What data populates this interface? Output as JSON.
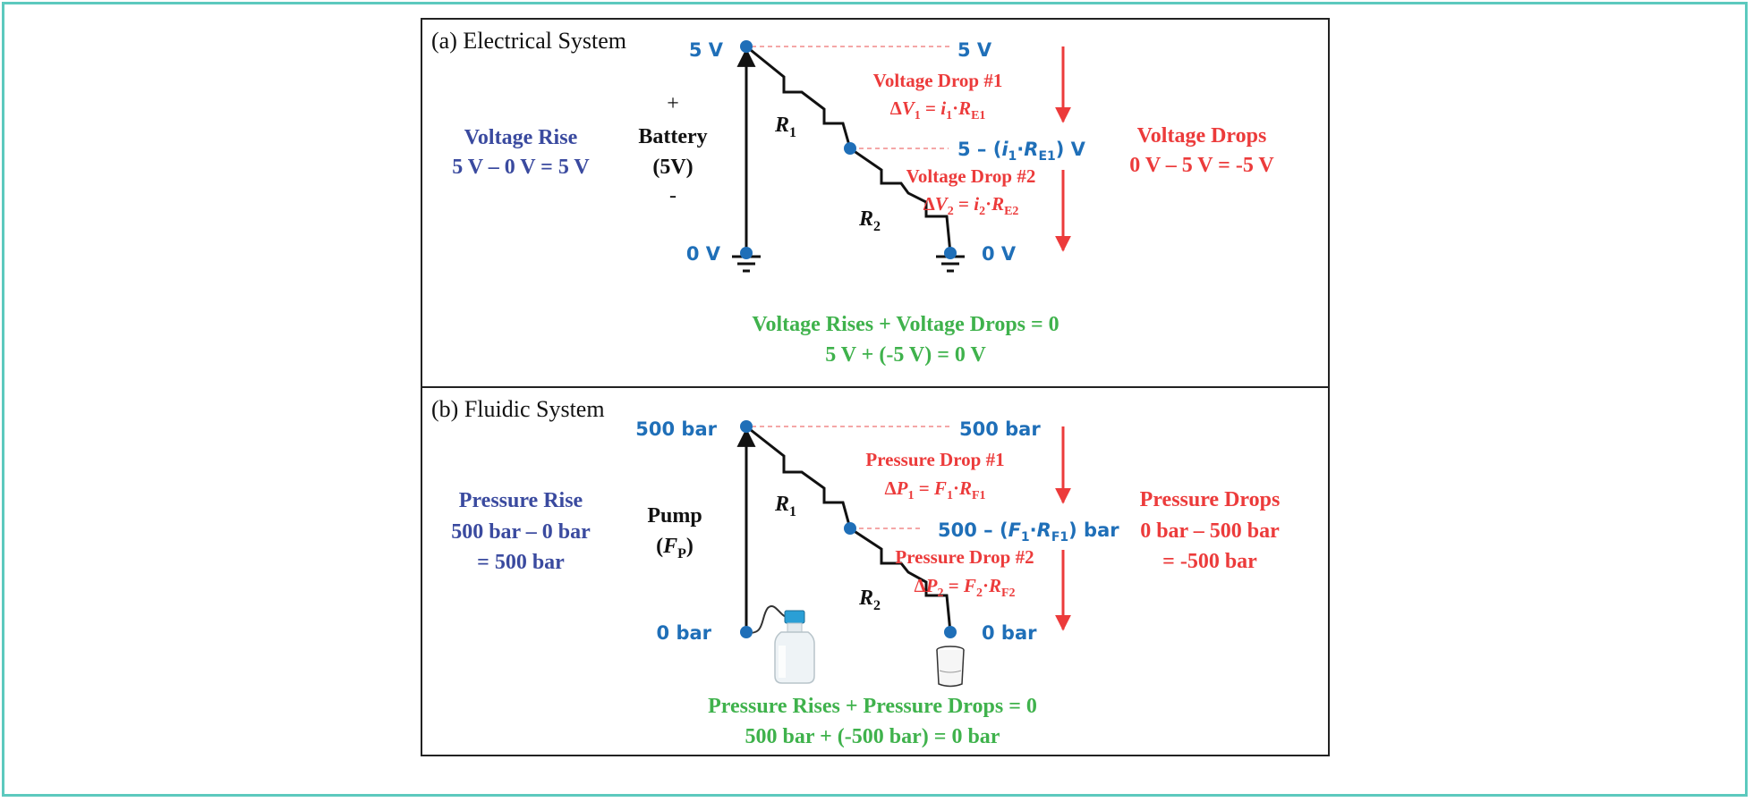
{
  "colors": {
    "frame": "#5cc9be",
    "node_blue": "#1f6fb8",
    "rise_navy": "#3a4a9f",
    "drop_red": "#ec3b3b",
    "sum_green": "#3fb24c"
  },
  "electrical": {
    "panel_title": "(a) Electrical System",
    "top_node_left": "5 V",
    "top_node_right": "5 V",
    "bottom_node_left": "0 V",
    "bottom_node_right": "0 V",
    "mid_node_label": {
      "prefix": "5 – (",
      "i": "i",
      "i_sub": "1",
      "dot": "·",
      "R": "R",
      "R_sub": "E1",
      "suffix": ") V"
    },
    "source_plus": "+",
    "source_name": "Battery",
    "source_value": "(5V)",
    "source_minus": "-",
    "resistor_1": {
      "R": "R",
      "sub": "1"
    },
    "resistor_2": {
      "R": "R",
      "sub": "2"
    },
    "drop_1_title": "Voltage Drop #1",
    "drop_1_eq": {
      "delta": "Δ",
      "sym": "V",
      "sym_sub": "1",
      "eq": " = ",
      "a": "i",
      "a_sub": "1",
      "dot": "·",
      "R": "R",
      "R_sub": "E1"
    },
    "drop_2_title": "Voltage Drop #2",
    "drop_2_eq": {
      "delta": "Δ",
      "sym": "V",
      "sym_sub": "2",
      "eq": " = ",
      "a": "i",
      "a_sub": "2",
      "dot": "·",
      "R": "R",
      "R_sub": "E2"
    },
    "rise_title": "Voltage Rise",
    "rise_line1": "5 V – 0 V = 5 V",
    "drops_title": "Voltage Drops",
    "drops_line1": "0 V – 5 V = -5 V",
    "sum_line1": "Voltage Rises + Voltage Drops = 0",
    "sum_line2": "5 V + (-5 V) = 0 V"
  },
  "fluidic": {
    "panel_title": "(b) Fluidic System",
    "top_node_left": "500 bar",
    "top_node_right": "500 bar",
    "bottom_node_left": "0 bar",
    "bottom_node_right": "0 bar",
    "mid_node_label": {
      "prefix": "500 – (",
      "i": "F",
      "i_sub": "1",
      "dot": "·",
      "R": "R",
      "R_sub": "F1",
      "suffix": ") bar"
    },
    "source_name": "Pump",
    "source_value": {
      "open": "(",
      "sym": "F",
      "sub": "P",
      "close": ")"
    },
    "resistor_1": {
      "R": "R",
      "sub": "1"
    },
    "resistor_2": {
      "R": "R",
      "sub": "2"
    },
    "drop_1_title": "Pressure Drop #1",
    "drop_1_eq": {
      "delta": "Δ",
      "sym": "P",
      "sym_sub": "1",
      "eq": " = ",
      "a": "F",
      "a_sub": "1",
      "dot": "·",
      "R": "R",
      "R_sub": "F1"
    },
    "drop_2_title": "Pressure Drop #2",
    "drop_2_eq": {
      "delta": "Δ",
      "sym": "P",
      "sym_sub": "2",
      "eq": " = ",
      "a": "F",
      "a_sub": "2",
      "dot": "·",
      "R": "R",
      "R_sub": "F2"
    },
    "rise_title": "Pressure Rise",
    "rise_line1": "500 bar – 0 bar",
    "rise_line2": "= 500 bar",
    "drops_title": "Pressure Drops",
    "drops_line1": "0 bar – 500 bar",
    "drops_line2": "= -500 bar",
    "sum_line1": "Pressure Rises + Pressure Drops = 0",
    "sum_line2": "500 bar + (-500 bar) = 0 bar"
  }
}
